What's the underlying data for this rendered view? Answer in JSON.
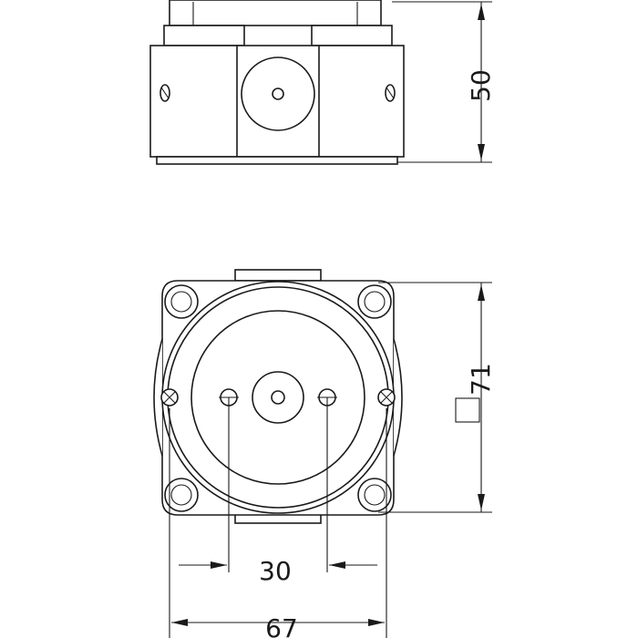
{
  "dimensions": {
    "height": "50",
    "square_size": "71",
    "hole_spacing": "30",
    "overall_width": "67"
  }
}
